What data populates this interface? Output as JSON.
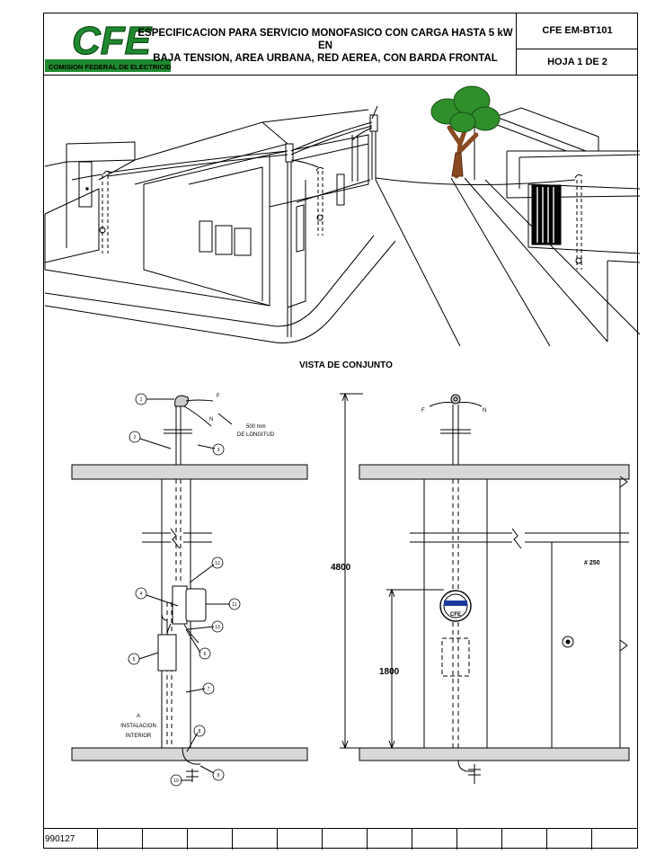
{
  "header": {
    "logo_text": "CFE",
    "logo_subtext": "COMISION FEDERAL DE ELECTRICIDAD",
    "title_line1": "ESPECIFICACION PARA SERVICIO MONOFASICO CON CARGA HASTA 5 kW EN",
    "title_line2": "BAJA TENSION, AREA URBANA, RED AEREA, CON BARDA FRONTAL",
    "spec_code": "CFE EM-BT101",
    "sheet": "HOJA 1 DE 2"
  },
  "section_title": "VISTA DE CONJUNTO",
  "left_detail": {
    "phase_label": "F",
    "neutral_label": "N",
    "length_line1": "500 mm",
    "length_line2": "DE LONGITUD",
    "install_line1": "A",
    "install_line2": "INSTALACION",
    "install_line3": "INTERIOR",
    "callouts": [
      "1",
      "2",
      "3",
      "4",
      "5",
      "6",
      "7",
      "8",
      "9",
      "10",
      "11",
      "12",
      "13"
    ]
  },
  "right_detail": {
    "phase_label": "F",
    "neutral_label": "N",
    "height_total": "4800",
    "height_meter": "1800",
    "door_number": "# 250",
    "meter_brand": "CFE"
  },
  "footer": {
    "date_code": "990127"
  },
  "colors": {
    "logo_green": "#1e8a2e",
    "tree_green": "#2f8f2a",
    "trunk_brown": "#8a4a22",
    "meter_blue": "#1a3aa0"
  }
}
